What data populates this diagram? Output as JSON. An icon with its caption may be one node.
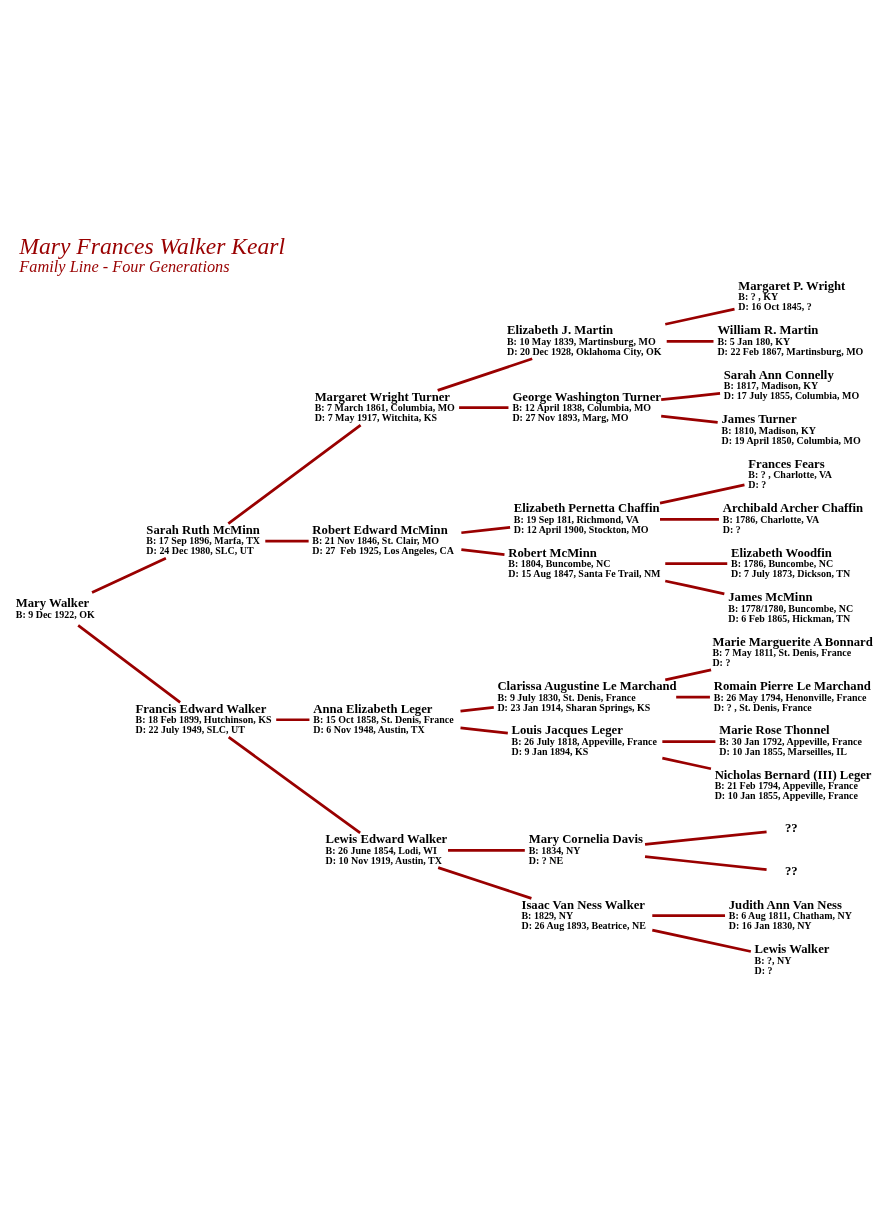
{
  "diagram": {
    "title": "Mary Frances Walker Kearl",
    "caption": "Family Line - Four Generations",
    "nodes": [
      {
        "text": [
          "Margaret P. Wright",
          "B: ? , KY",
          "D: 16 Oct 1845, ?"
        ]
      },
      {
        "text": [
          "Elizabeth J. Martin",
          "B: 10 May 1839, Martinsburg, MO",
          "D: 20 Dec 1928, Oklahoma City, OK"
        ]
      },
      {
        "text": [
          "William R. Martin",
          "B: 5 Jan 180, KY",
          "D: 22 Feb 1867, Martinsburg, MO"
        ]
      },
      {
        "text": [
          "Margaret Wright Turner",
          "B: 7 March 1861, Columbia, MO",
          "D: 7 May 1917, Witchita, KS"
        ]
      },
      {
        "text": [
          "Sarah Ann Connelly",
          "B: 1817, Madison, KY",
          "D: 17 July 1855, Columbia, MO"
        ]
      },
      {
        "text": [
          "George Washington Turner",
          "B: 12 April 1838, Columbia, MO",
          "D: 27 Nov 1893, Marg, MO"
        ]
      },
      {
        "text": [
          "James Turner",
          "B: 1810, Madison, KY",
          "D: 19 April 1850, Columbia, MO"
        ]
      },
      {
        "text": [
          "Sarah Ruth McMinn",
          "B: 17 Sep 1896, Marfa, TX",
          "D: 24 Dec 1980, SLC, UT"
        ]
      },
      {
        "text": [
          "Frances Fears",
          "B: ? , Charlotte, VA",
          "D: ?"
        ]
      },
      {
        "text": [
          "Elizabeth Pernetta Chaffin",
          "B: 19 Sep 181, Richmond, VA",
          "D: 12 April 1900, Stockton, MO"
        ]
      },
      {
        "text": [
          "Archibald Archer Chaffin",
          "B: 1786, Charlotte, VA",
          "D: ?"
        ]
      },
      {
        "text": [
          "Robert Edward McMinn",
          "B: 21 Nov 1846, St. Clair, MO",
          "D: 27  Feb 1925, Los Angeles, CA"
        ]
      },
      {
        "text": [
          "Elizabeth Woodfin",
          "B: 1786, Buncombe, NC",
          "D: 7 July 1873, Dickson, TN"
        ]
      },
      {
        "text": [
          "Robert McMinn",
          "B: 1804, Buncombe, NC",
          "D: 15 Aug 1847, Santa Fe Trail, NM"
        ]
      },
      {
        "text": [
          "James McMinn",
          "B: 1778/1780, Buncombe, NC",
          "D: 6 Feb 1865, Hickman, TN"
        ]
      },
      {
        "text": [
          "Mary Walker",
          "B: 9 Dec 1922, OK"
        ]
      },
      {
        "text": [
          "Marie Marguerite A Bonnard",
          "B: 7 May 1811, St. Denis, France",
          "D: ?"
        ]
      },
      {
        "text": [
          "Clarissa Augustine Le Marchand",
          "B: 9 July 1830, St. Denis, France",
          "D: 23 Jan 1914, Sharan Springs, KS"
        ]
      },
      {
        "text": [
          "Romain Pierre Le Marchand",
          "B: 26 May 1794, Henonville, France",
          "D: ? , St. Denis, France"
        ]
      },
      {
        "text": [
          "Anna Elizabeth Leger",
          "B: 15 Oct 1858, St. Denis, France",
          "D: 6 Nov 1948, Austin, TX"
        ]
      },
      {
        "text": [
          "Marie Rose Thonnel",
          "B: 30 Jan 1792, Appeville, France",
          "D: 10 Jan 1855, Marseilles, IL"
        ]
      },
      {
        "text": [
          "Louis Jacques Leger",
          "B: 26 July 1818, Appeville, France",
          "D: 9 Jan 1894, KS"
        ]
      },
      {
        "text": [
          "Nicholas Bernard (III) Leger",
          "B: 21 Feb 1794, Appeville, France",
          "D: 10 Jan 1855, Appeville, France"
        ]
      },
      {
        "text": [
          "Francis Edward Walker",
          "B: 18 Feb 1899, Hutchinson, KS",
          "D: 22 July 1949, SLC, UT"
        ]
      },
      {
        "text": [
          "??"
        ]
      },
      {
        "text": [
          "Mary Cornelia Davis",
          "B: 1834, NY",
          "D: ? NE"
        ]
      },
      {
        "text": [
          "??"
        ]
      },
      {
        "text": [
          "Lewis Edward Walker",
          "B: 26 June 1854, Lodi, WI",
          "D: 10 Nov 1919, Austin, TX"
        ]
      },
      {
        "text": [
          "Judith Ann Van Ness",
          "B: 6 Aug 1811, Chatham, NY",
          "D: 16 Jan 1830, NY"
        ]
      },
      {
        "text": [
          "Isaac Van Ness Walker",
          "B: 1829, NY",
          "D: 26 Aug 1893, Beatrice, NE"
        ]
      },
      {
        "text": [
          "Lewis Walker",
          "B: ?, NY",
          "D: ?"
        ]
      }
    ],
    "edges": [
      {
        "from": 15,
        "to": 7,
        "arrow": "none"
      },
      {
        "from": 15,
        "to": 23,
        "arrow": "none"
      },
      {
        "from": 7,
        "to": 3,
        "arrow": "none"
      },
      {
        "from": 7,
        "to": 11,
        "arrow": "none"
      },
      {
        "from": 3,
        "to": 1,
        "arrow": "none"
      },
      {
        "from": 3,
        "to": 5,
        "arrow": "none"
      },
      {
        "from": 1,
        "to": 0,
        "arrow": "none"
      },
      {
        "from": 1,
        "to": 2,
        "arrow": "none"
      },
      {
        "from": 5,
        "to": 4,
        "arrow": "none"
      },
      {
        "from": 5,
        "to": 6,
        "arrow": "none"
      },
      {
        "from": 11,
        "to": 9,
        "arrow": "none"
      },
      {
        "from": 11,
        "to": 13,
        "arrow": "none"
      },
      {
        "from": 9,
        "to": 8,
        "arrow": "none"
      },
      {
        "from": 9,
        "to": 10,
        "arrow": "none"
      },
      {
        "from": 13,
        "to": 12,
        "arrow": "none"
      },
      {
        "from": 13,
        "to": 14,
        "arrow": "none"
      },
      {
        "from": 23,
        "to": 19,
        "arrow": "none"
      },
      {
        "from": 23,
        "to": 27,
        "arrow": "none"
      },
      {
        "from": 19,
        "to": 17,
        "arrow": "none"
      },
      {
        "from": 19,
        "to": 21,
        "arrow": "none"
      },
      {
        "from": 17,
        "to": 16,
        "arrow": "none"
      },
      {
        "from": 17,
        "to": 18,
        "arrow": "none"
      },
      {
        "from": 21,
        "to": 20,
        "arrow": "none"
      },
      {
        "from": 21,
        "to": 22,
        "arrow": "none"
      },
      {
        "from": 27,
        "to": 25,
        "arrow": "none"
      },
      {
        "from": 27,
        "to": 29,
        "arrow": "none"
      },
      {
        "from": 25,
        "to": 24,
        "arrow": "none"
      },
      {
        "from": 25,
        "to": 26,
        "arrow": "none"
      },
      {
        "from": 29,
        "to": 28,
        "arrow": "none"
      },
      {
        "from": 29,
        "to": 30,
        "arrow": "none"
      }
    ]
  }
}
